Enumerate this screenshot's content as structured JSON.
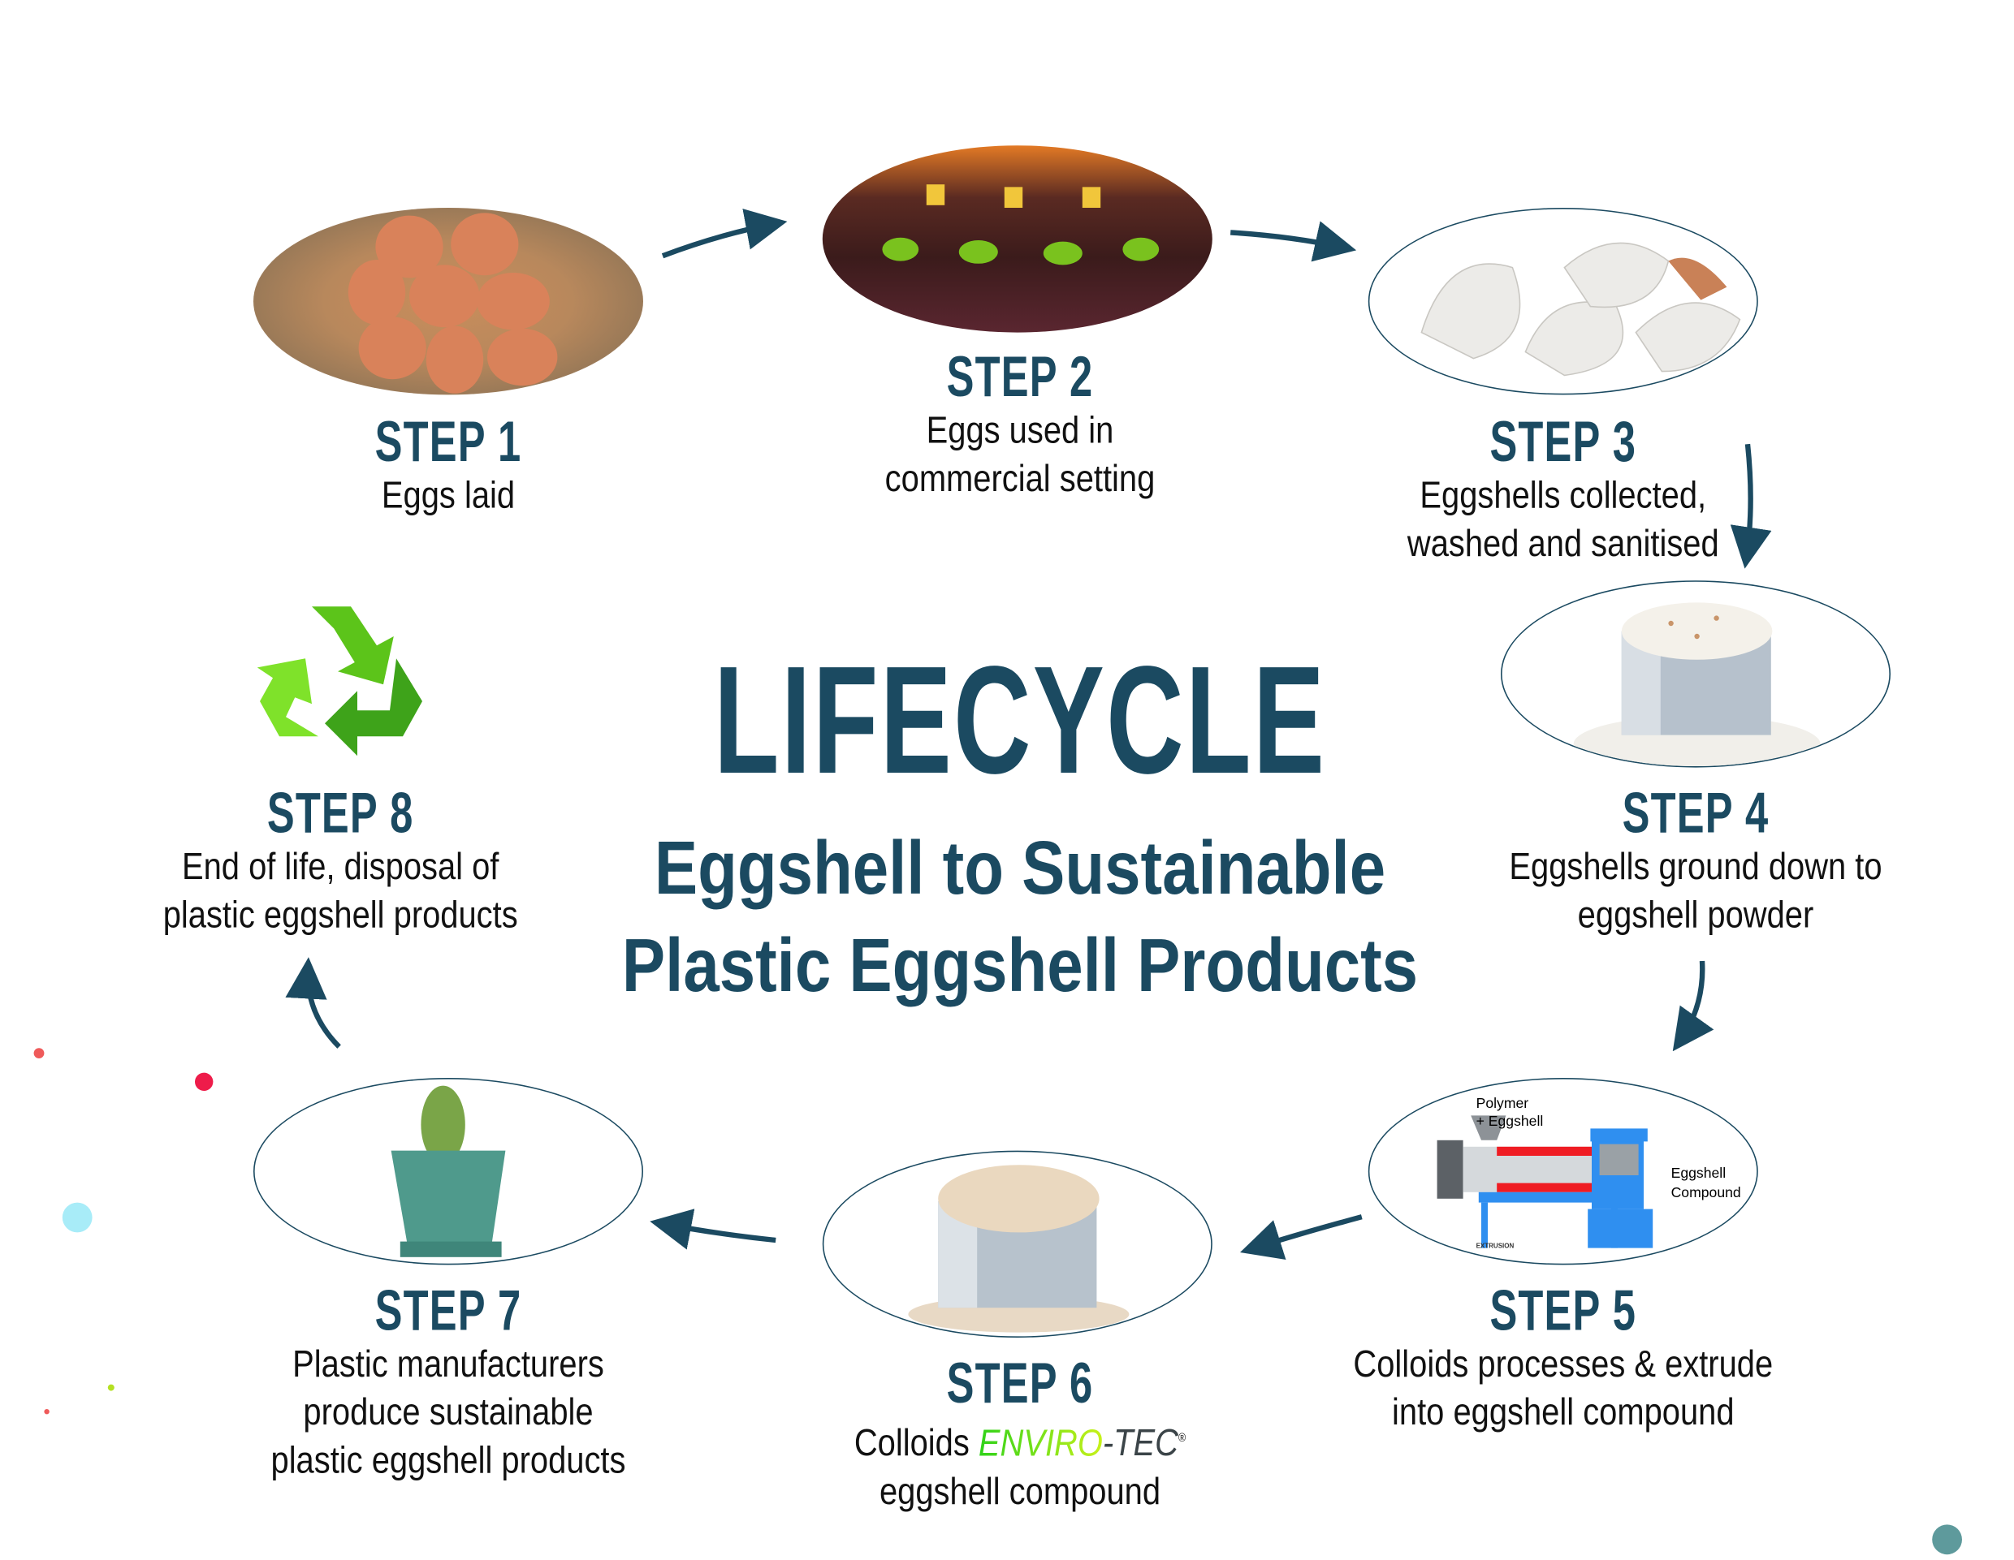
{
  "title": "LIFECYCLE",
  "subtitle": [
    "Eggshell to Sustainable",
    "Plastic Eggshell Products"
  ],
  "steps": [
    {
      "heading": "STEP 1",
      "lines": [
        "Eggs laid"
      ]
    },
    {
      "heading": "STEP 2",
      "lines": [
        "Eggs used in",
        "commercial setting"
      ]
    },
    {
      "heading": "STEP 3",
      "lines": [
        "Eggshells collected,",
        "washed and sanitised"
      ]
    },
    {
      "heading": "STEP 4",
      "lines": [
        "Eggshells ground down to",
        "eggshell powder"
      ]
    },
    {
      "heading": "STEP 5",
      "lines": [
        "Colloids processes & extrude",
        "into eggshell compound"
      ]
    },
    {
      "heading": "STEP 6",
      "lines": [
        "Colloids",
        "eggshell compound"
      ],
      "brand": {
        "green": "ENVIRO",
        "dark": "-TEC",
        "reg": "®"
      }
    },
    {
      "heading": "STEP 7",
      "lines": [
        "Plastic manufacturers",
        "produce sustainable",
        "plastic eggshell products"
      ]
    },
    {
      "heading": "STEP 8",
      "lines": [
        "End of life, disposal of",
        "plastic eggshell products"
      ]
    }
  ],
  "extrusion_diagram": {
    "input_label_1": "Polymer",
    "input_label_2": "+ Eggshell",
    "output_label_1": "Eggshell",
    "output_label_2": "Compound",
    "caption": "EXTRUSION"
  },
  "colors": {
    "primary": "#1b4a61",
    "recycle_green": "#5cc41a",
    "brand_green": "#4ed21a"
  },
  "icons": [
    "recycle-icon",
    "arrow-icon"
  ]
}
